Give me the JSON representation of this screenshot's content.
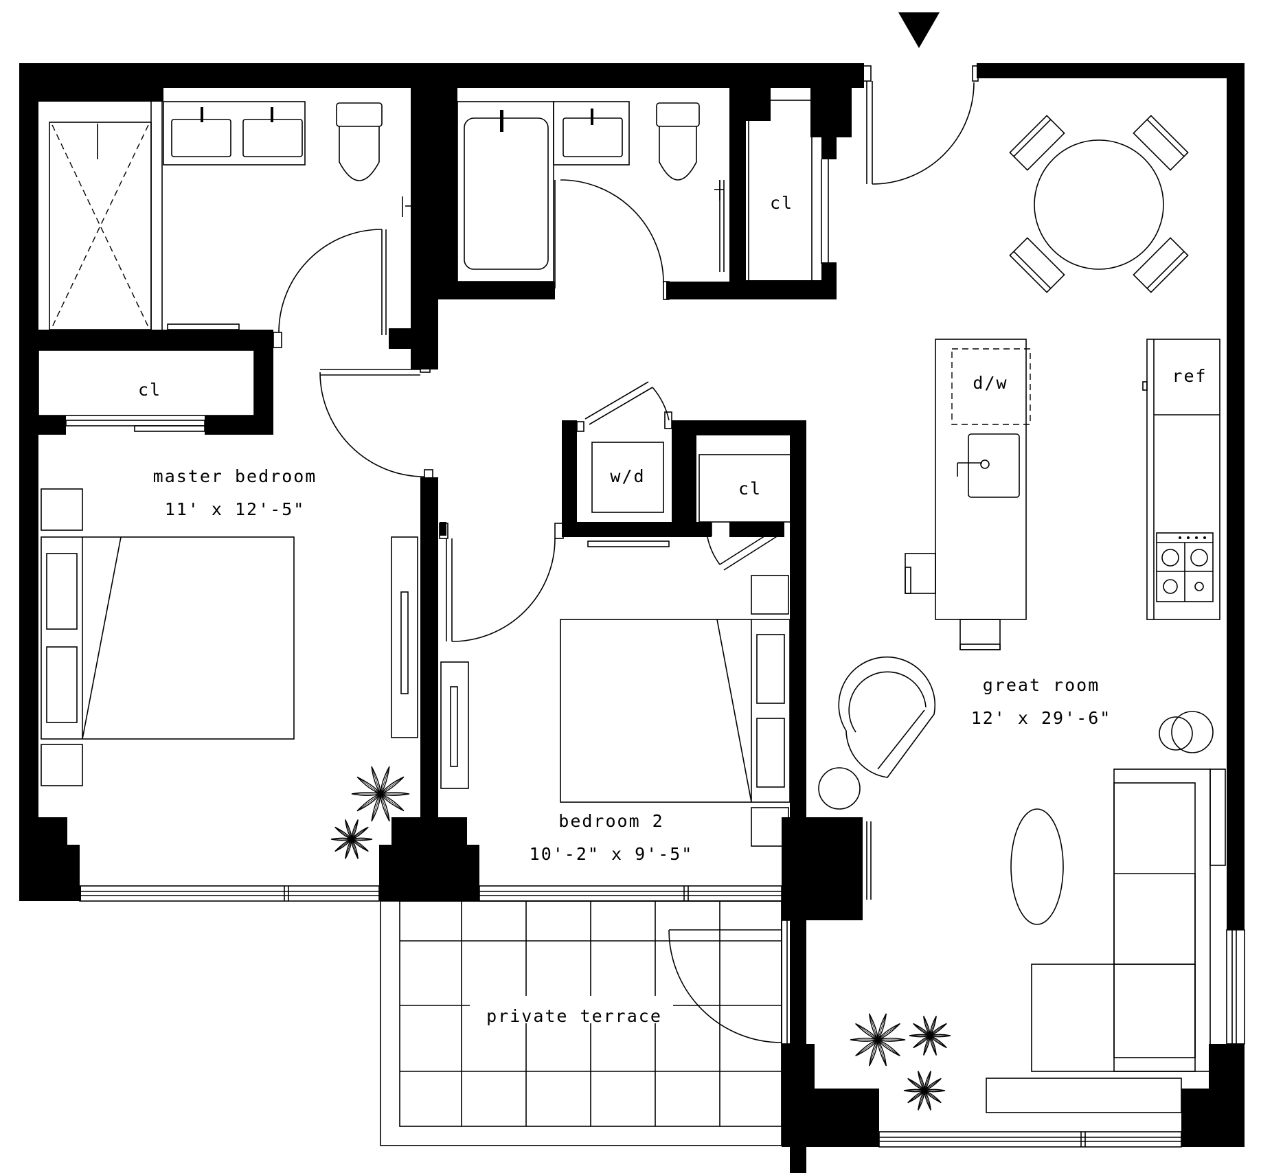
{
  "rooms": {
    "master_bedroom": {
      "name": "master bedroom",
      "size": "11' x 12'-5\""
    },
    "bedroom_2": {
      "name": "bedroom 2",
      "size": "10'-2\" x 9'-5\""
    },
    "great_room": {
      "name": "great room",
      "size": "12' x 29'-6\""
    },
    "private_terrace": {
      "name": "private terrace"
    }
  },
  "labels": {
    "closet_master": "cl",
    "closet_bath": "cl",
    "closet_bedroom2": "cl",
    "washer_dryer": "w/d",
    "dishwasher": "d/w",
    "refrigerator": "ref"
  },
  "icons": {
    "entry": "entry-arrow-icon",
    "plants": "plant-icon"
  },
  "colors": {
    "wall": "#000000",
    "background": "#ffffff"
  }
}
